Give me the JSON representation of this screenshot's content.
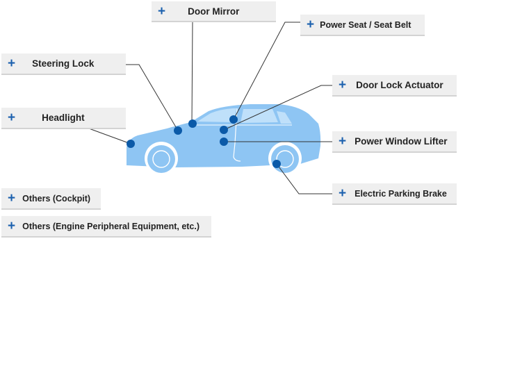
{
  "colors": {
    "car_body": "#8ec5f3",
    "car_window": "#bfe0fa",
    "car_outline": "#ffffff",
    "marker": "#0b5aa8",
    "leader_line": "#333333",
    "button_bg": "#efefef",
    "plus_icon": "#1b60ae"
  },
  "buttons": {
    "door_mirror": {
      "icon": "plus-icon",
      "label": "Door Mirror"
    },
    "power_seat": {
      "icon": "plus-icon",
      "label": "Power Seat / Seat Belt"
    },
    "steering_lock": {
      "icon": "plus-icon",
      "label": "Steering Lock"
    },
    "door_lock_actuator": {
      "icon": "plus-icon",
      "label": "Door Lock Actuator"
    },
    "headlight": {
      "icon": "plus-icon",
      "label": "Headlight"
    },
    "power_window_lifter": {
      "icon": "plus-icon",
      "label": "Power Window Lifter"
    },
    "electric_parking_brake": {
      "icon": "plus-icon",
      "label": "Electric Parking Brake"
    },
    "others_cockpit": {
      "icon": "plus-icon",
      "label": "Others (Cockpit)"
    },
    "others_engine": {
      "icon": "plus-icon",
      "label": "Others (Engine Peripheral Equipment, etc.)"
    }
  },
  "plus_glyph": "+"
}
